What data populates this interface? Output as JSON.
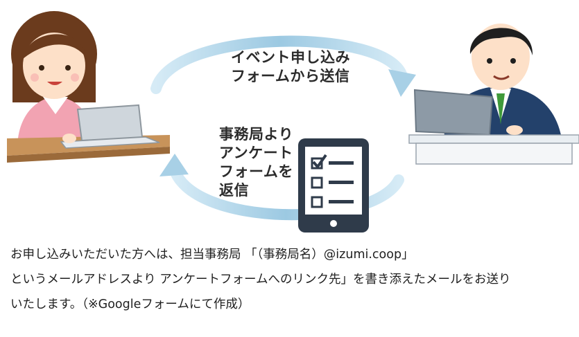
{
  "diagram": {
    "send_label": [
      "イベント申し込み",
      "フォームから送信"
    ],
    "reply_label": [
      "事務局より",
      "アンケート",
      "フォームを",
      "返信"
    ]
  },
  "caption": {
    "line1": "お申し込みいただいた方へは、担当事務局 「（事務局名）@izumi.coop」",
    "line2": "というメールアドレスより アンケートフォームへのリンク先」を書き添えたメールをお送り",
    "line3": "いたします。（※Googleフォームにて作成）"
  },
  "colors": {
    "arrow": "#a8d0e6",
    "tablet": "#2f3b4a",
    "desk": "#c8935a"
  }
}
